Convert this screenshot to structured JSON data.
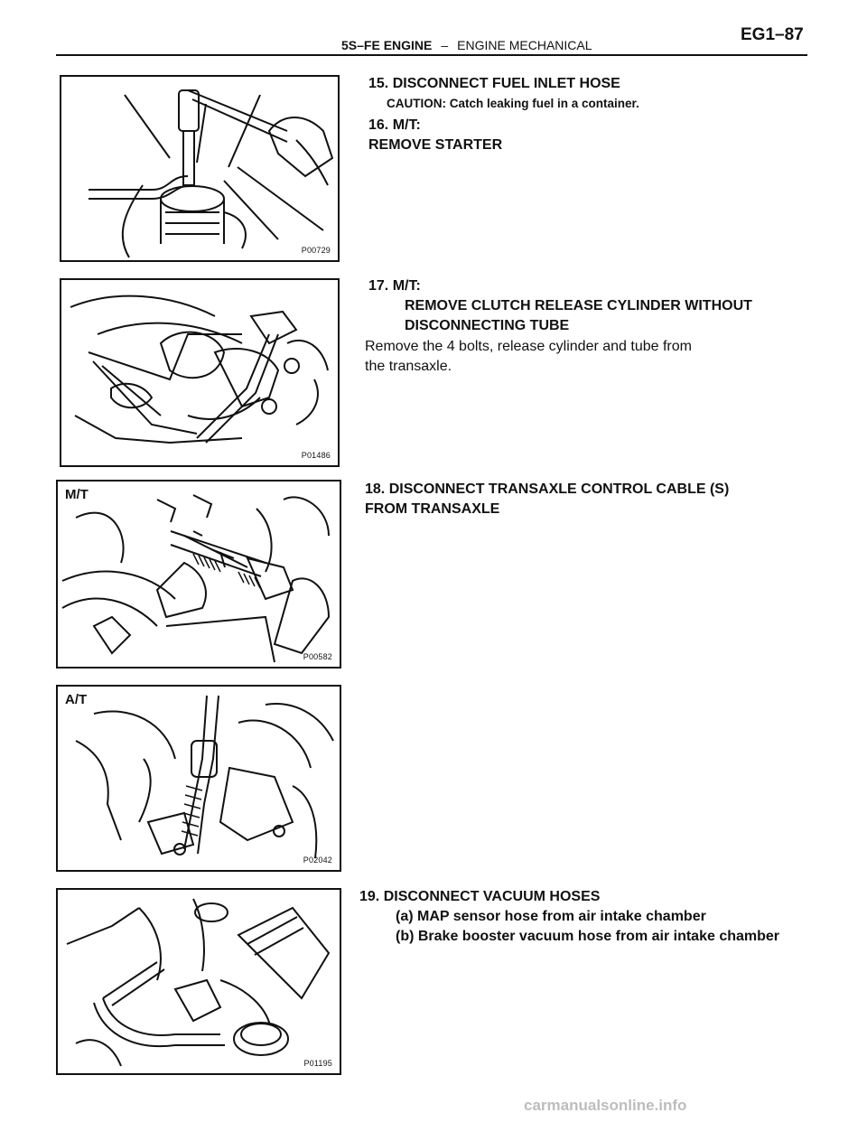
{
  "header": {
    "section": "5S–FE ENGINE",
    "separator": "–",
    "chapter": "ENGINE MECHANICAL",
    "page": "EG1–87"
  },
  "figures": [
    {
      "code": "P00729",
      "tag": ""
    },
    {
      "code": "P01486",
      "tag": ""
    },
    {
      "code": "P00582",
      "tag": "M/T"
    },
    {
      "code": "P02042",
      "tag": "A/T"
    },
    {
      "code": "P01195",
      "tag": ""
    }
  ],
  "steps": {
    "s15": {
      "title": "15. DISCONNECT FUEL INLET HOSE",
      "caution": "CAUTION: Catch leaking fuel in a container."
    },
    "s16": {
      "line1": "16. M/T:",
      "line2": "REMOVE STARTER"
    },
    "s17": {
      "line1": "17. M/T:",
      "line2": "REMOVE CLUTCH RELEASE CYLINDER WITHOUT",
      "line3": "DISCONNECTING TUBE",
      "body1": "Remove the 4 bolts, release cylinder and tube from",
      "body2": "the transaxle."
    },
    "s18": {
      "line1": "18. DISCONNECT TRANSAXLE CONTROL CABLE (S)",
      "line2": "FROM TRANSAXLE"
    },
    "s19": {
      "title": "19. DISCONNECT VACUUM HOSES",
      "a": "(a) MAP sensor hose from air intake chamber",
      "b": "(b) Brake booster vacuum hose from air intake chamber"
    }
  },
  "watermark": "carmanualsonline.info"
}
